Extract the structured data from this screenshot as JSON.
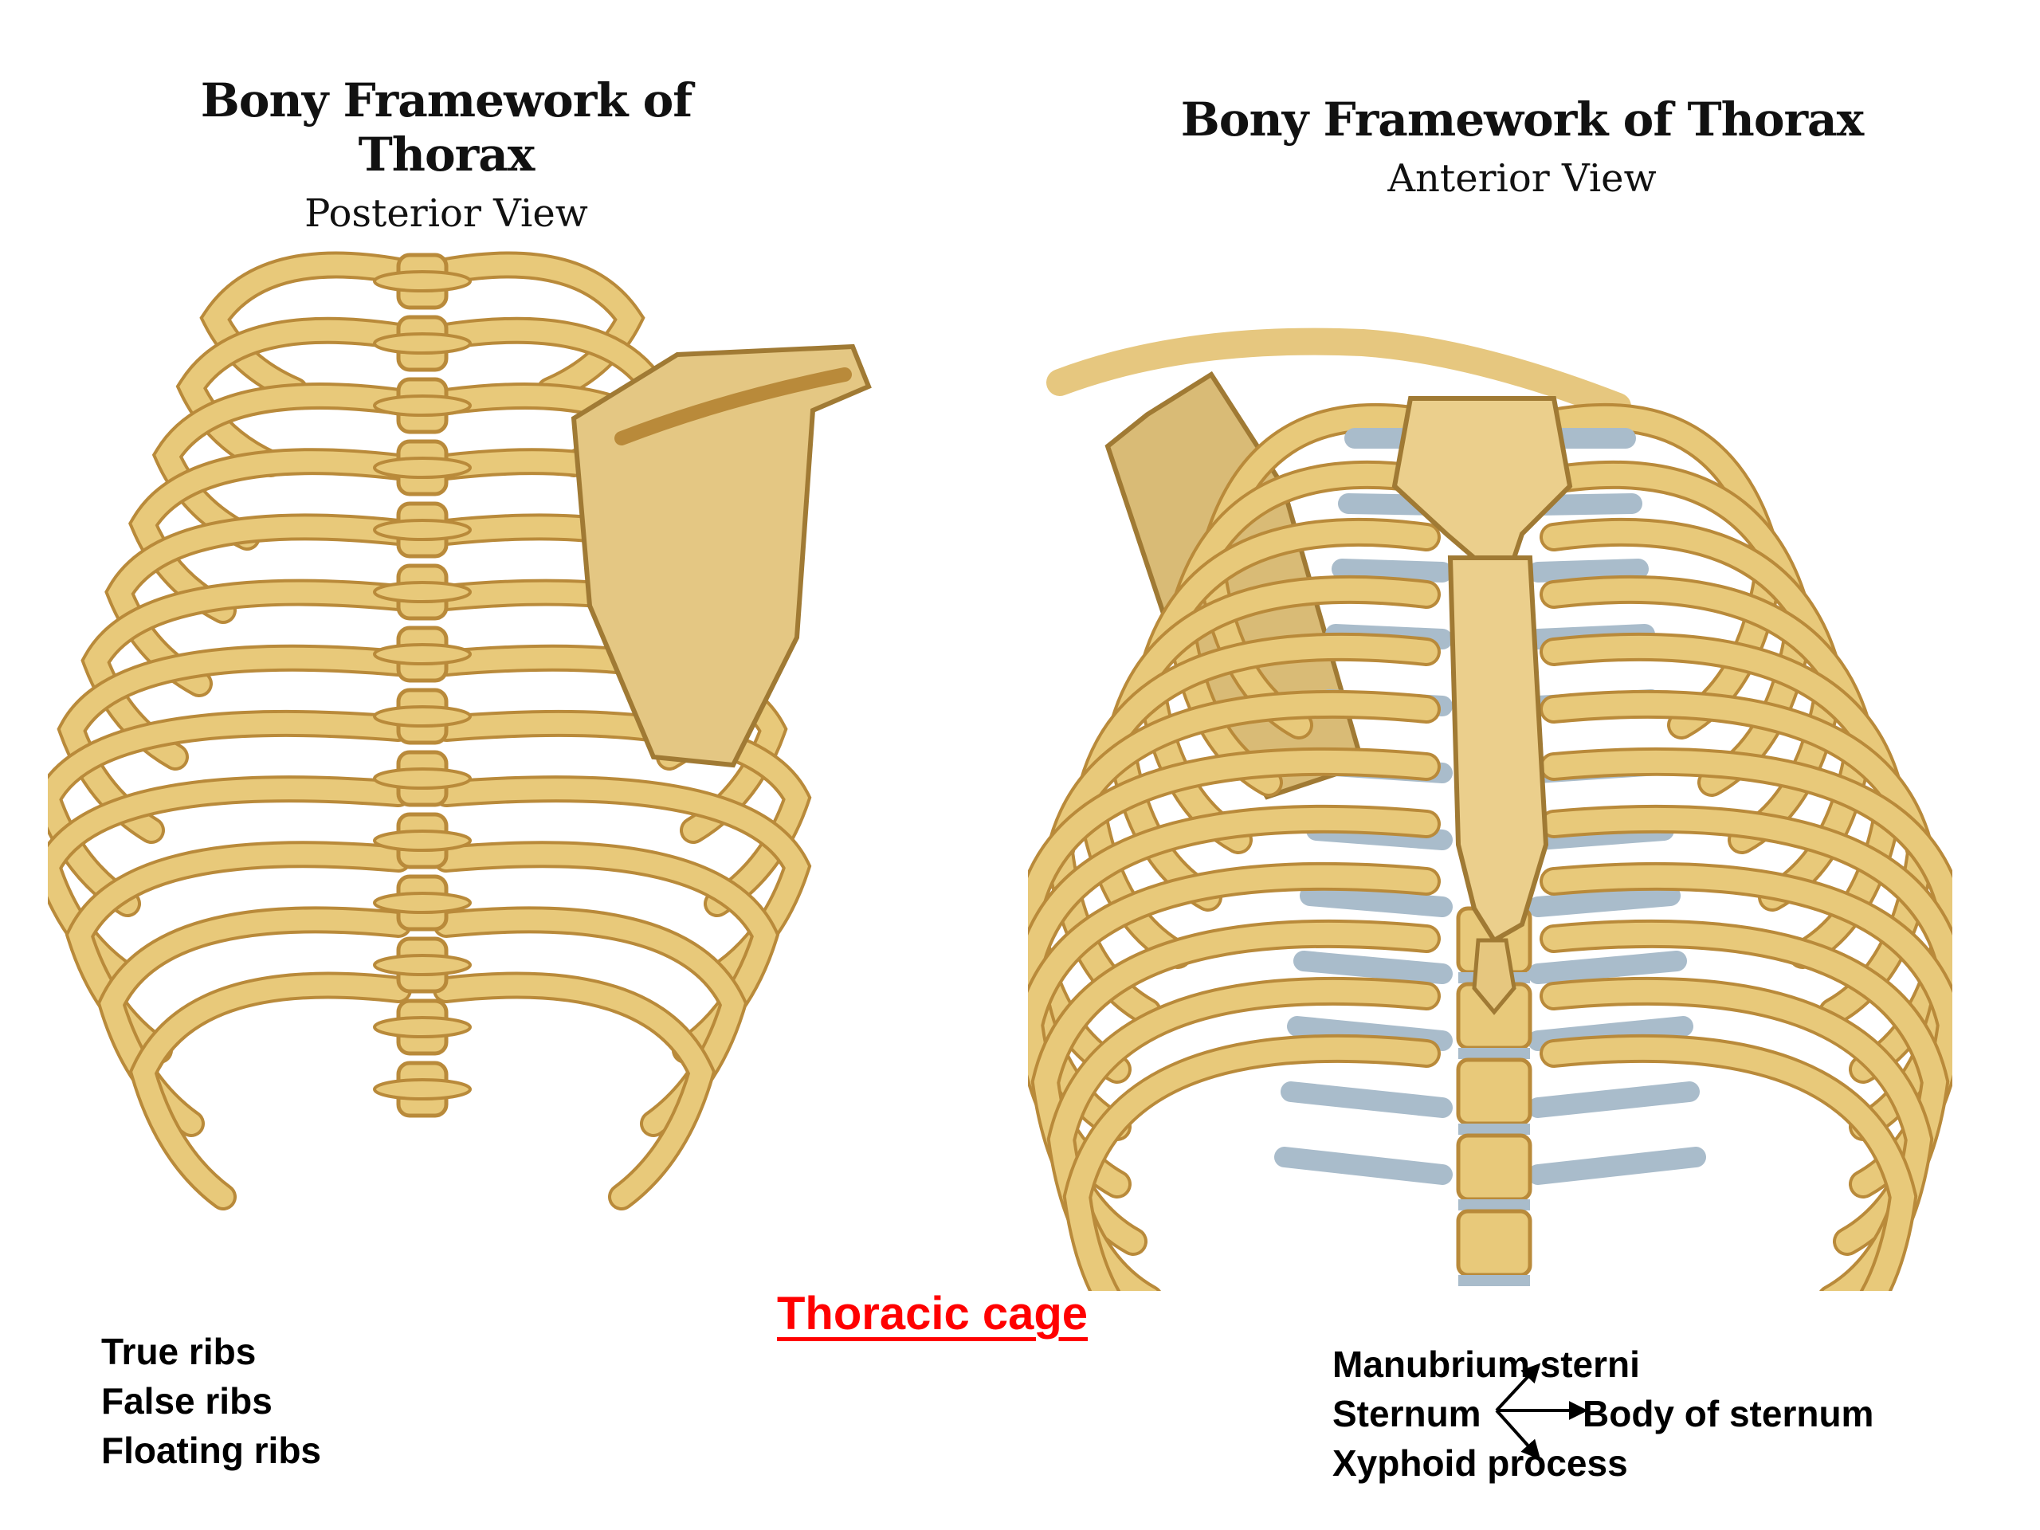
{
  "left_heading": {
    "title": "Bony Framework of Thorax",
    "subtitle": "Posterior View"
  },
  "right_heading": {
    "title": "Bony Framework of Thorax",
    "subtitle": "Anterior View"
  },
  "caption": "Thoracic cage",
  "rib_types": [
    "True ribs",
    "False ribs",
    "Floating ribs"
  ],
  "sternum_parts": {
    "manubrium": "Manubrium sterni",
    "sternum": "Sternum",
    "body": "Body of sternum",
    "xyphoid": "Xyphoid process"
  },
  "colors": {
    "bone": "#e8c97a",
    "bone_dark": "#b98a3a",
    "cartilage": "#a9bccb",
    "caption": "#ff0000"
  }
}
